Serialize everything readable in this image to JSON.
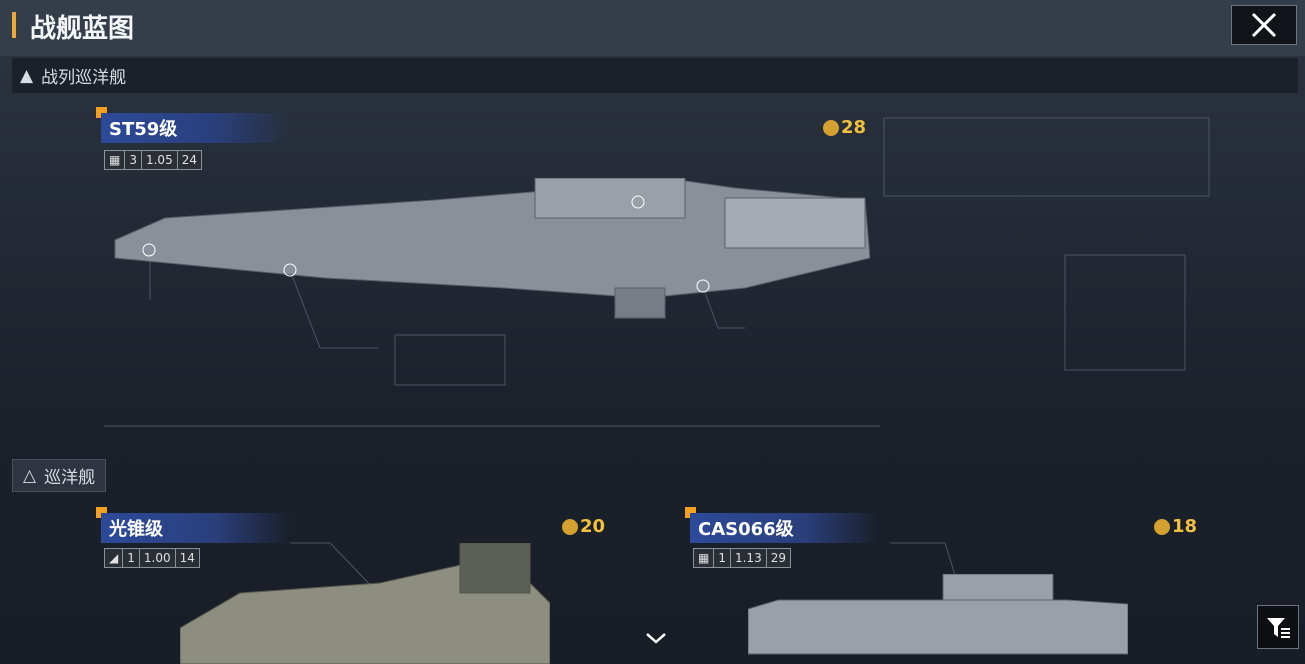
{
  "header": {
    "title": "战舰蓝图",
    "close_icon": "close-icon"
  },
  "sections": [
    {
      "label": "战列巡洋舰",
      "icon": "battlecruiser-icon",
      "ships": [
        {
          "name": "ST59级",
          "stat_count": "3",
          "stat_value": "1.05",
          "stat_sub": "24",
          "price": "28"
        }
      ]
    },
    {
      "label": "巡洋舰",
      "icon": "cruiser-icon",
      "ships": [
        {
          "name": "光锥级",
          "stat_count": "1",
          "stat_value": "1.00",
          "stat_sub": "14",
          "price": "20"
        },
        {
          "name": "CAS066级",
          "stat_count": "1",
          "stat_value": "1.13",
          "stat_sub": "29",
          "price": "18"
        }
      ]
    }
  ],
  "colors": {
    "accent": "#f0a83a",
    "price": "#f0c040",
    "name_bg": "#2d4a9a"
  }
}
